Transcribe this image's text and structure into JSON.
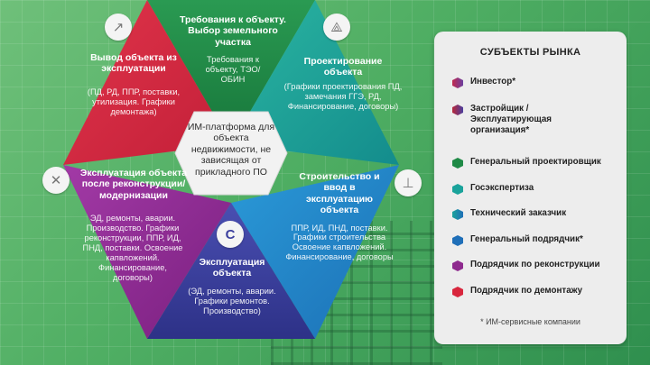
{
  "center_text": "ИМ-платформа для объекта недвижимости, не зависящая от прикладного ПО",
  "segments": {
    "top": {
      "title": "Требования к объекту. Выбор земельного участка",
      "desc": "Требования к объекту, ТЭО/ОБИН"
    },
    "top_left": {
      "title": "Вывод объекта из эксплуатации",
      "desc": "(ПД, РД, ППР, поставки, утилизация. Графики демонтажа)"
    },
    "top_right": {
      "title": "Проектирование объекта",
      "desc": "(Графики проектирования ПД, замечания ГГЭ, РД, Финансирование, договоры)"
    },
    "mid_left": {
      "title": "Эксплуатация объекта после реконструкции/модернизации",
      "desc": "ЭД, ремонты, аварии. Производство. Графики реконструкции, ППР, ИД, ПНД, поставки. Освоение капвложений. Финансирование, договоры)"
    },
    "mid_right": {
      "title": "Строительство и ввод в эксплуатацию объекта",
      "desc": "ППР, ИД, ПНД, поставки. Графики строительства Освоение капвложений. Финансирование, договоры"
    },
    "bottom": {
      "title": "Эксплуатация объекта",
      "desc": "(ЭД, ремонты, аварии. Графики ремонтов. Производство)"
    }
  },
  "colors": {
    "red": "#d8263d",
    "green": "#1f8a46",
    "teal": "#1aa39b",
    "blue": "#1f88c7",
    "navy": "#3b3f9e",
    "purple": "#8e2a8e"
  },
  "icons": [
    "arrow-icon",
    "compass-icon",
    "tools-icon",
    "crane-icon",
    "logo-icon"
  ],
  "panel": {
    "title": "СУБЪЕКТЫ РЫНКА",
    "items": [
      {
        "label": "Инвестор*",
        "color": "#c0294f"
      },
      {
        "label": "Застройщик / Эксплуатирующая организация*",
        "color": "#b8283a"
      },
      {
        "label": "Генеральный проектировщик",
        "color": "#1f8a46"
      },
      {
        "label": "Госэкспертиза",
        "color": "#1aa39b"
      },
      {
        "label": "Технический заказчик",
        "color": "#1f8fb0"
      },
      {
        "label": "Генеральный подрядчик*",
        "color": "#1f6fb8"
      },
      {
        "label": "Подрядчик по реконструкции",
        "color": "#8e2a8e"
      },
      {
        "label": "Подрядчик по демонтажу",
        "color": "#d8263d"
      }
    ],
    "note": "* ИМ-сервисные компании"
  }
}
